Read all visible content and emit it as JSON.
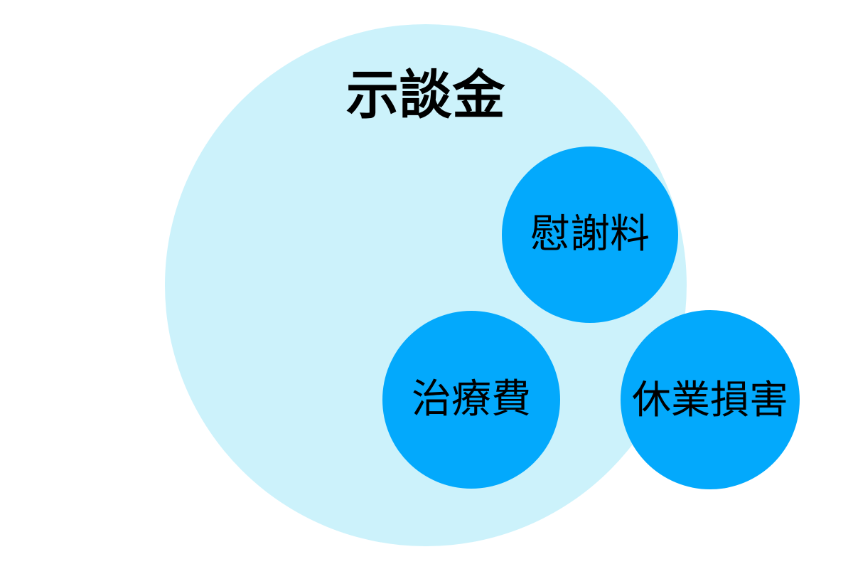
{
  "diagram": {
    "type": "venn-style-grouping",
    "background_color": "#ffffff",
    "outer": {
      "name": "settlement-money",
      "label": "示談金",
      "fill_color": "#ccf2fb",
      "text_color": "#000000"
    },
    "nodes": [
      {
        "name": "consolation-money",
        "label": "慰謝料",
        "fill_color": "#03a9fc",
        "text_color": "#000000"
      },
      {
        "name": "treatment-cost",
        "label": "治療費",
        "fill_color": "#03a9fc",
        "text_color": "#000000"
      },
      {
        "name": "lost-income",
        "label": "休業損害",
        "fill_color": "#03a9fc",
        "text_color": "#000000"
      }
    ]
  }
}
